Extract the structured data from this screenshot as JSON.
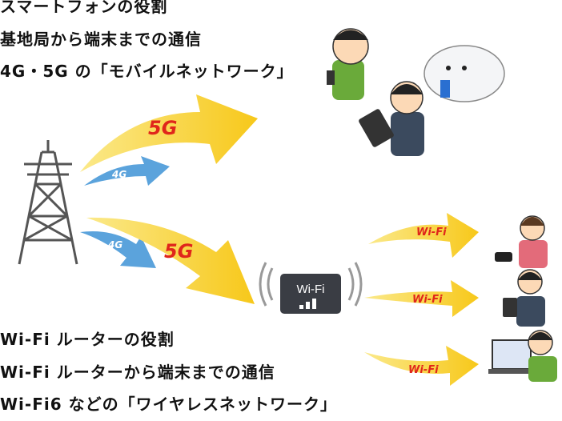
{
  "top_captions": [
    "スマートフォンの役割",
    "基地局から端末までの通信",
    "4G・5G の「モバイルネットワーク」"
  ],
  "bottom_captions": [
    "Wi-Fi ルーターの役割",
    "Wi-Fi ルーターから端末までの通信",
    "Wi-Fi6 などの「ワイヤレスネットワーク」"
  ],
  "labels": {
    "five_g": "5G",
    "four_g": "4G",
    "wifi": "Wi-Fi",
    "router": "Wi-Fi"
  },
  "colors": {
    "arrow_yellow": "#f7d21e",
    "arrow_red": "#e0261b",
    "arrow_blue": "#5ba3dc",
    "router": "#3a3d44"
  }
}
